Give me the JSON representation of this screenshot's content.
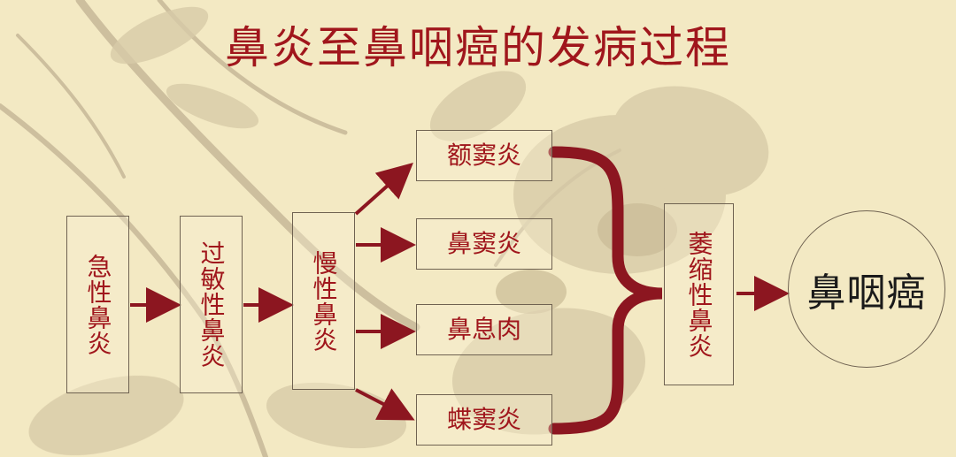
{
  "colors": {
    "text": "#a0161c",
    "arrow": "#8c1620",
    "background": "#f3e9c3",
    "final_text": "#1a1a1a"
  },
  "title": "鼻炎至鼻咽癌的发病过程",
  "stages": {
    "acute": "急性鼻炎",
    "allergic": "过敏性鼻炎",
    "chronic": "慢性鼻炎",
    "frontal_sinusitis": "额窦炎",
    "nasal_sinusitis": "鼻窦炎",
    "nasal_polyp": "鼻息肉",
    "sphenoid_sinusitis": "蝶窦炎",
    "atrophic": "萎缩性鼻炎",
    "cancer": "鼻咽癌"
  }
}
